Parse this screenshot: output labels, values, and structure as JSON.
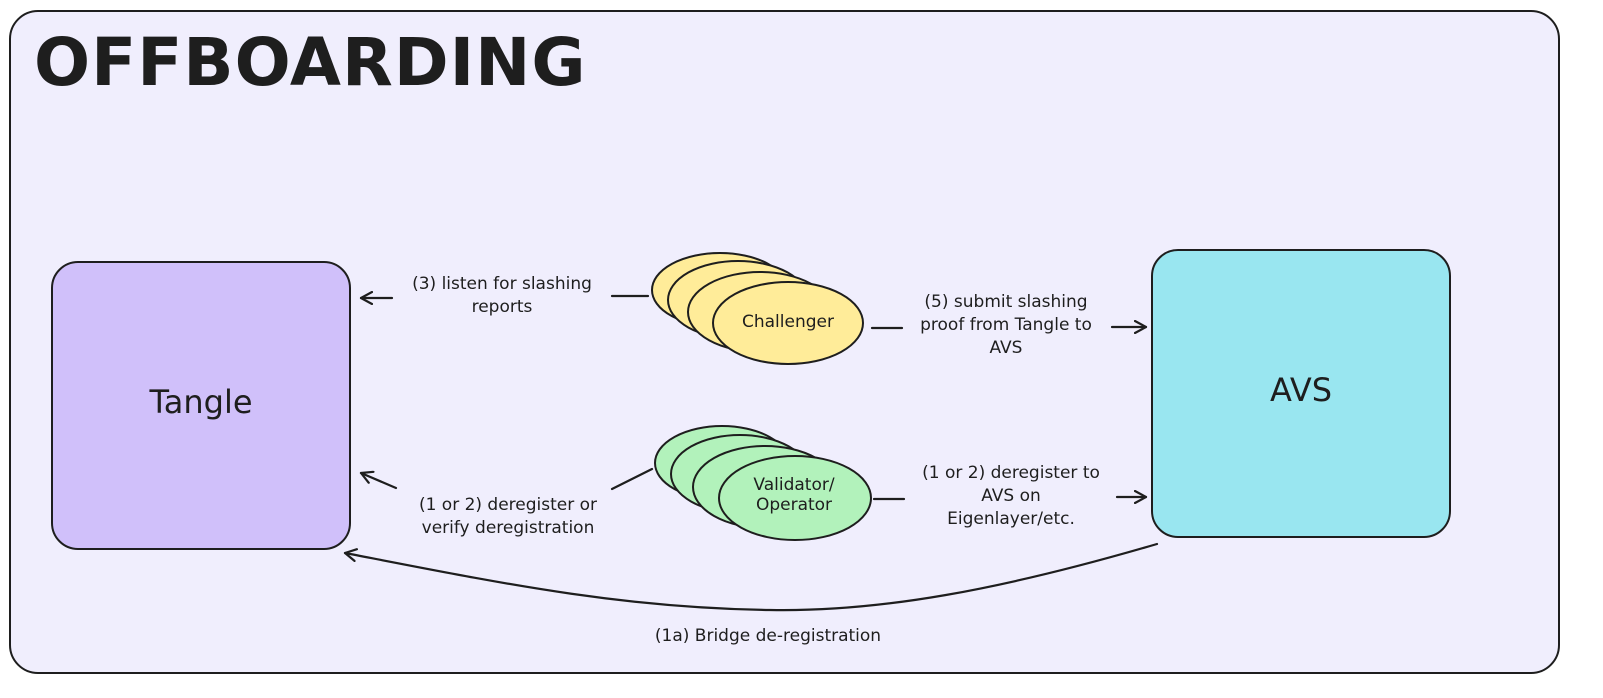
{
  "title": "OFFBOARDING",
  "colors": {
    "frame_fill": "#f0eefd",
    "stroke": "#1e1e1e",
    "tangle_fill": "#d0c0fa",
    "avs_fill": "#99e6f0",
    "challenger_fill": "#ffec99",
    "validator_fill": "#b2f2bb"
  },
  "nodes": {
    "tangle": {
      "label": "Tangle"
    },
    "avs": {
      "label": "AVS"
    },
    "challenger": {
      "label": "Challenger"
    },
    "validator": {
      "label": "Validator/\nOperator"
    }
  },
  "edges": {
    "listen_slashing": {
      "label": "(3) listen for slashing\nreports"
    },
    "submit_slashing": {
      "label": "(5) submit slashing\nproof from Tangle to\nAVS"
    },
    "deregister_tangle": {
      "label": "(1 or 2) deregister or\nverify deregistration"
    },
    "deregister_avs": {
      "label": "(1 or 2) deregister to\nAVS on\nEigenlayer/etc."
    },
    "bridge": {
      "label": "(1a) Bridge de-registration"
    }
  }
}
